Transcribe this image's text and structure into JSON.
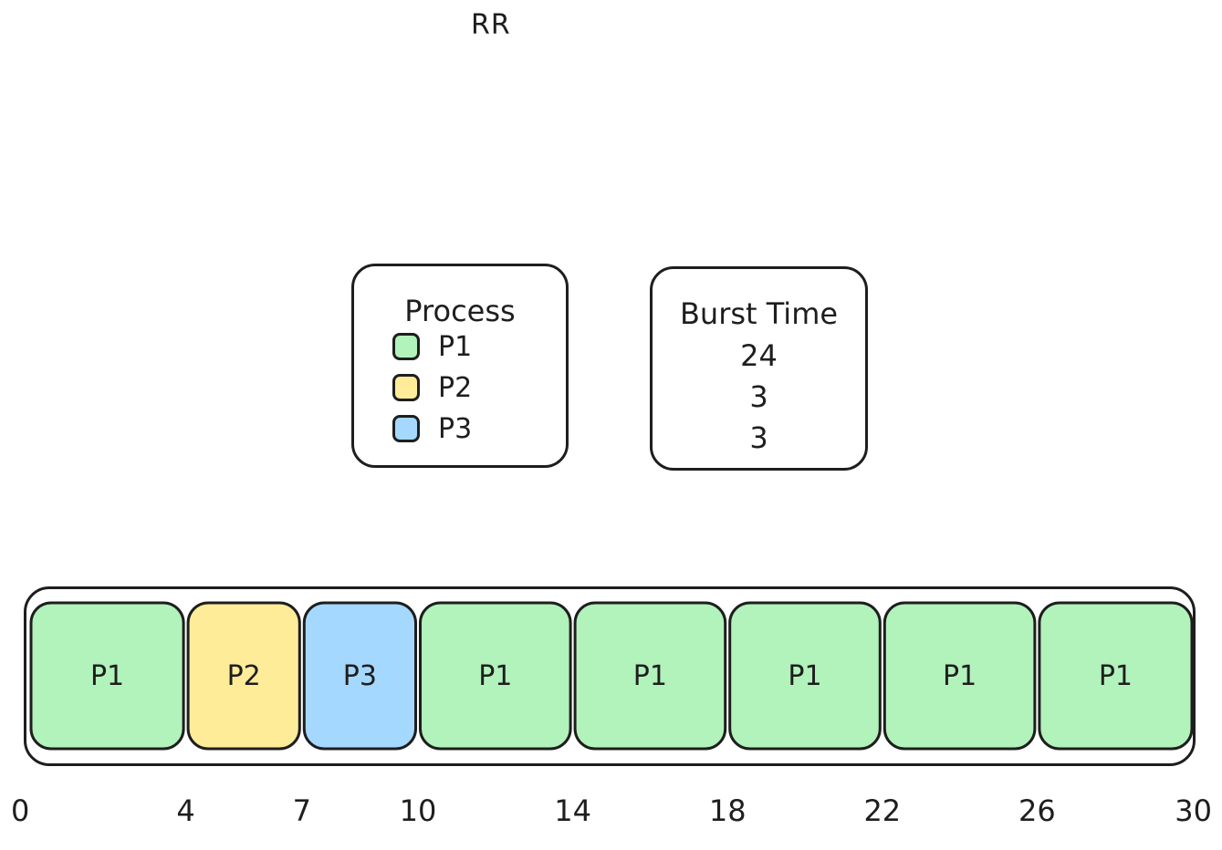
{
  "title": "RR",
  "process_table": {
    "heading": "Process",
    "items": [
      {
        "label": "P1",
        "color": "#b2f2bb"
      },
      {
        "label": "P2",
        "color": "#ffec99"
      },
      {
        "label": "P3",
        "color": "#a5d8ff"
      }
    ]
  },
  "burst_table": {
    "heading": "Burst Time",
    "values": [
      "24",
      "3",
      "3"
    ]
  },
  "gantt": {
    "segments": [
      {
        "label": "P1",
        "start": 0,
        "end": 4,
        "color": "#b2f2bb"
      },
      {
        "label": "P2",
        "start": 4,
        "end": 7,
        "color": "#ffec99"
      },
      {
        "label": "P3",
        "start": 7,
        "end": 10,
        "color": "#a5d8ff"
      },
      {
        "label": "P1",
        "start": 10,
        "end": 14,
        "color": "#b2f2bb"
      },
      {
        "label": "P1",
        "start": 14,
        "end": 18,
        "color": "#b2f2bb"
      },
      {
        "label": "P1",
        "start": 18,
        "end": 22,
        "color": "#b2f2bb"
      },
      {
        "label": "P1",
        "start": 22,
        "end": 26,
        "color": "#b2f2bb"
      },
      {
        "label": "P1",
        "start": 26,
        "end": 30,
        "color": "#b2f2bb"
      }
    ],
    "ticks": [
      "0",
      "4",
      "7",
      "10",
      "14",
      "18",
      "22",
      "26",
      "30"
    ]
  },
  "colors": {
    "stroke": "#1e1e1e",
    "background": "#ffffff"
  }
}
